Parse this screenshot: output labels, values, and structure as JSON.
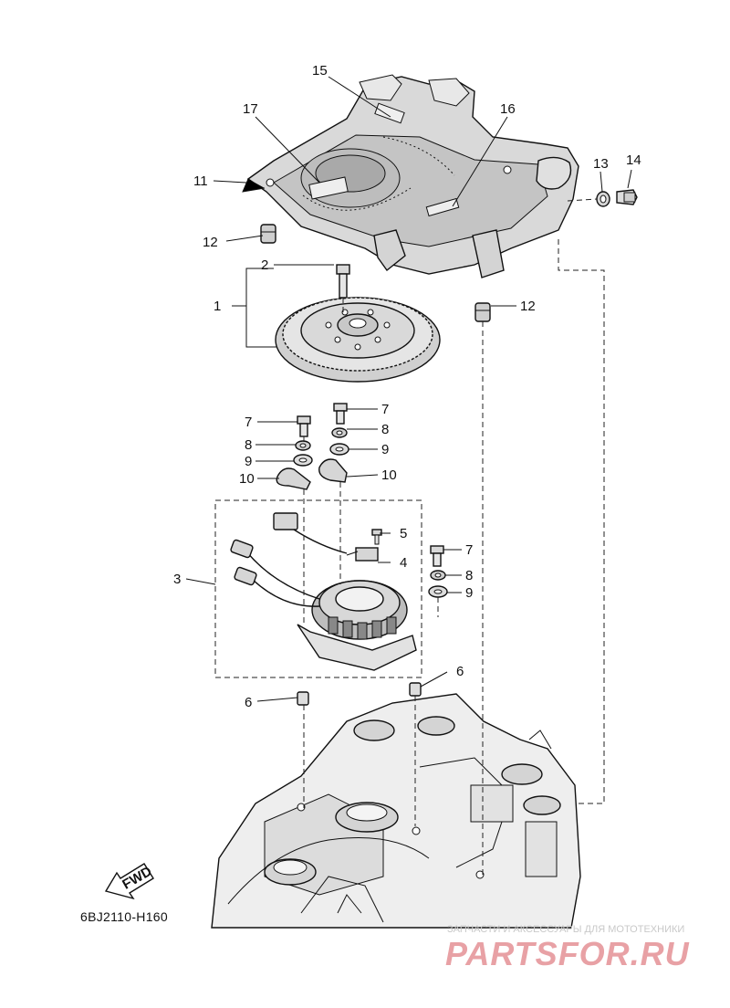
{
  "diagram": {
    "code": "6BJ2110-H160",
    "fwd_label": "FWD",
    "callouts": {
      "c1": "1",
      "c2": "2",
      "c3": "3",
      "c4": "4",
      "c5": "5",
      "c6a": "6",
      "c6b": "6",
      "c7a": "7",
      "c7b": "7",
      "c7c": "7",
      "c8a": "8",
      "c8b": "8",
      "c8c": "8",
      "c9a": "9",
      "c9b": "9",
      "c9c": "9",
      "c10a": "10",
      "c10b": "10",
      "c11": "11",
      "c12a": "12",
      "c12b": "12",
      "c13": "13",
      "c14": "14",
      "c15": "15",
      "c16": "16",
      "c17": "17"
    }
  },
  "watermark": {
    "caption": "ЗАПЧАСТИ И АКСЕССУАРЫ ДЛЯ МОТОТЕХНИКИ",
    "logo": "PARTSFOR.RU"
  }
}
